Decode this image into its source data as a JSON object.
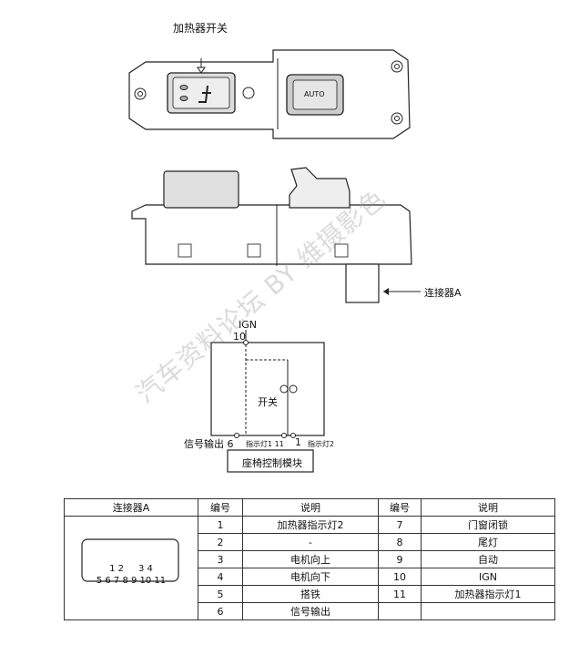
{
  "labels": {
    "heater_switch": "加热器开关",
    "connector_a": "连接器A",
    "ign": "IGN",
    "pin10": "10",
    "switch": "开关",
    "signal_output_6": "信号输出 6",
    "indicator1_pin": "指示灯1 11",
    "pin1": "1",
    "indicator2": "指示灯2",
    "seat_module": "座椅控制模块",
    "auto_mark": "AUTO"
  },
  "watermark": "汽车资料论坛 BY 维摄影色",
  "table": {
    "headers": [
      "连接器A",
      "编号",
      "说明",
      "编号",
      "说明"
    ],
    "connector_top_row": "1 2     3 4",
    "connector_bottom_row": "5 6 7 8 9 10 11",
    "rows": [
      {
        "n1": "1",
        "d1": "加热器指示灯2",
        "n2": "7",
        "d2": "门窗闭锁"
      },
      {
        "n1": "2",
        "d1": "-",
        "n2": "8",
        "d2": "尾灯"
      },
      {
        "n1": "3",
        "d1": "电机向上",
        "n2": "9",
        "d2": "自动"
      },
      {
        "n1": "4",
        "d1": "电机向下",
        "n2": "10",
        "d2": "IGN"
      },
      {
        "n1": "5",
        "d1": "搭铁",
        "n2": "11",
        "d2": "加热器指示灯1"
      },
      {
        "n1": "6",
        "d1": "信号输出",
        "n2": "",
        "d2": ""
      }
    ]
  }
}
